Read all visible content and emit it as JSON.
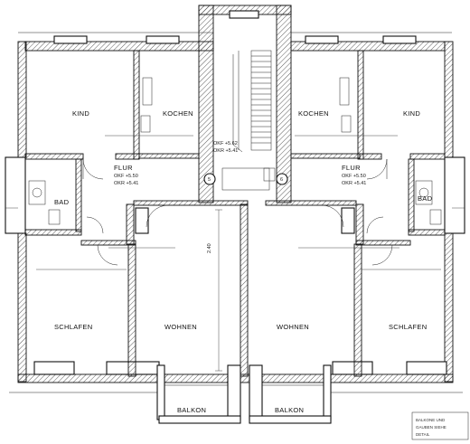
{
  "rooms": {
    "kind_left": "KIND",
    "kochen_left": "KOCHEN",
    "kochen_right": "KOCHEN",
    "kind_right": "KIND",
    "flur_left": "FLUR",
    "flur_right": "FLUR",
    "bad_left": "BAD",
    "bad_right": "BAD",
    "schlafen_left": "SCHLAFEN",
    "wohnen_left": "WOHNEN",
    "wohnen_right": "WOHNEN",
    "schlafen_right": "SCHLAFEN",
    "balkon_left": "BALKON",
    "balkon_right": "BALKON"
  },
  "levels": {
    "flur_left_okf": "OKF +5.50",
    "flur_left_okr": "OKR +5.41",
    "flur_right_okf": "OKF +5.50",
    "flur_right_okr": "OKR +5.41",
    "stair_okf": "OKF +5.62",
    "stair_okr": "OKR +5.41"
  },
  "markers": {
    "left": "5",
    "right": "6"
  },
  "dimensions": {
    "center_height": "2.40"
  },
  "notes": {
    "line1": "BALKONE UND",
    "line2": "GAUBEN SIEHE",
    "line3": "DETAIL"
  }
}
